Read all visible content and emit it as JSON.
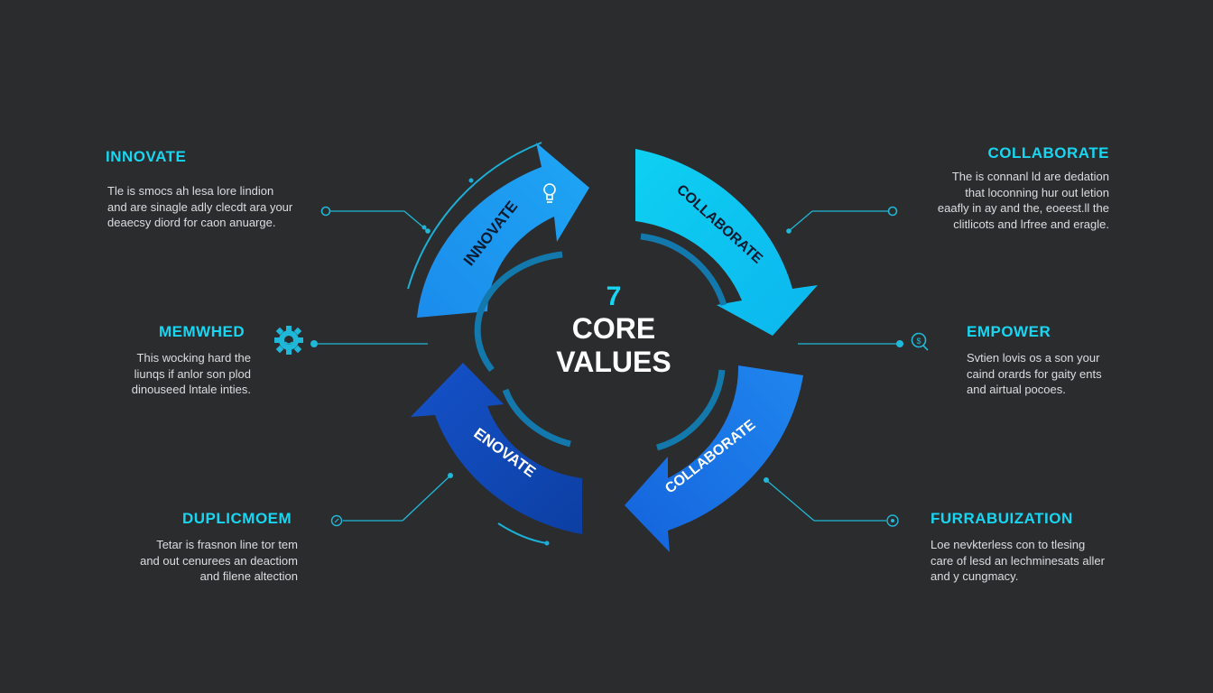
{
  "center": {
    "number": "7",
    "line1": "CORE",
    "line2": "VALUES"
  },
  "arcs": {
    "top_left": "INNOVATE",
    "top_right": "COLLABORATE",
    "bottom_left": "ENOVATE",
    "bottom_right": "COLLABORATE"
  },
  "items": {
    "innovate": {
      "title": "INNOVATE",
      "lines": [
        "Tle is smocs ah lesa lore lindion",
        "and are sinagle adly clecdt ara your",
        "deaecsy diord for caon anuarge."
      ]
    },
    "memwhed": {
      "title": "MEMWHED",
      "lines": [
        "This wocking hard the",
        "liunqs if anlor son plod",
        "dinouseed lntale inties."
      ]
    },
    "duplicmoem": {
      "title": "DUPLICMOEM",
      "lines": [
        "Tetar is frasnon line tor tem",
        "and out cenurees an deactiom",
        "and filene altection"
      ]
    },
    "collaborate": {
      "title": "COLLABORATE",
      "lines": [
        "The is connanl ld are dedation",
        "that loconning hur out letion",
        "eaafly in ay and the, eoeest.ll the",
        "clitlicots and lrfree and eragle."
      ]
    },
    "empower": {
      "title": "EMPOWER",
      "lines": [
        "Svtien lovis os a son your",
        "caind orards for gaity ents",
        "and airtual pocoes."
      ]
    },
    "furrabuization": {
      "title": "FURRABUIZATION",
      "lines": [
        "Loe nevkterless con to tlesing",
        "care of lesd an lechminesats aller",
        "and y cungmacy."
      ]
    }
  },
  "colors": {
    "background": "#2b2c2e",
    "title_cyan": "#18d6f2",
    "text_light": "#dcdde0",
    "connector": "#1fb8d8",
    "arc_light_blue": "#1e9ff0",
    "arc_cyan": "#0fc6ee",
    "arc_dark_blue": "#0f4fbd",
    "arc_mid_blue": "#1b6fe6",
    "inner_ring": "#157fb0",
    "center_number": "#18d6f2",
    "center_text": "#ffffff"
  },
  "icons": [
    "lightbulb-icon",
    "gear-icon",
    "search-dollar-icon",
    "small-search-icon",
    "small-ring-icon"
  ]
}
